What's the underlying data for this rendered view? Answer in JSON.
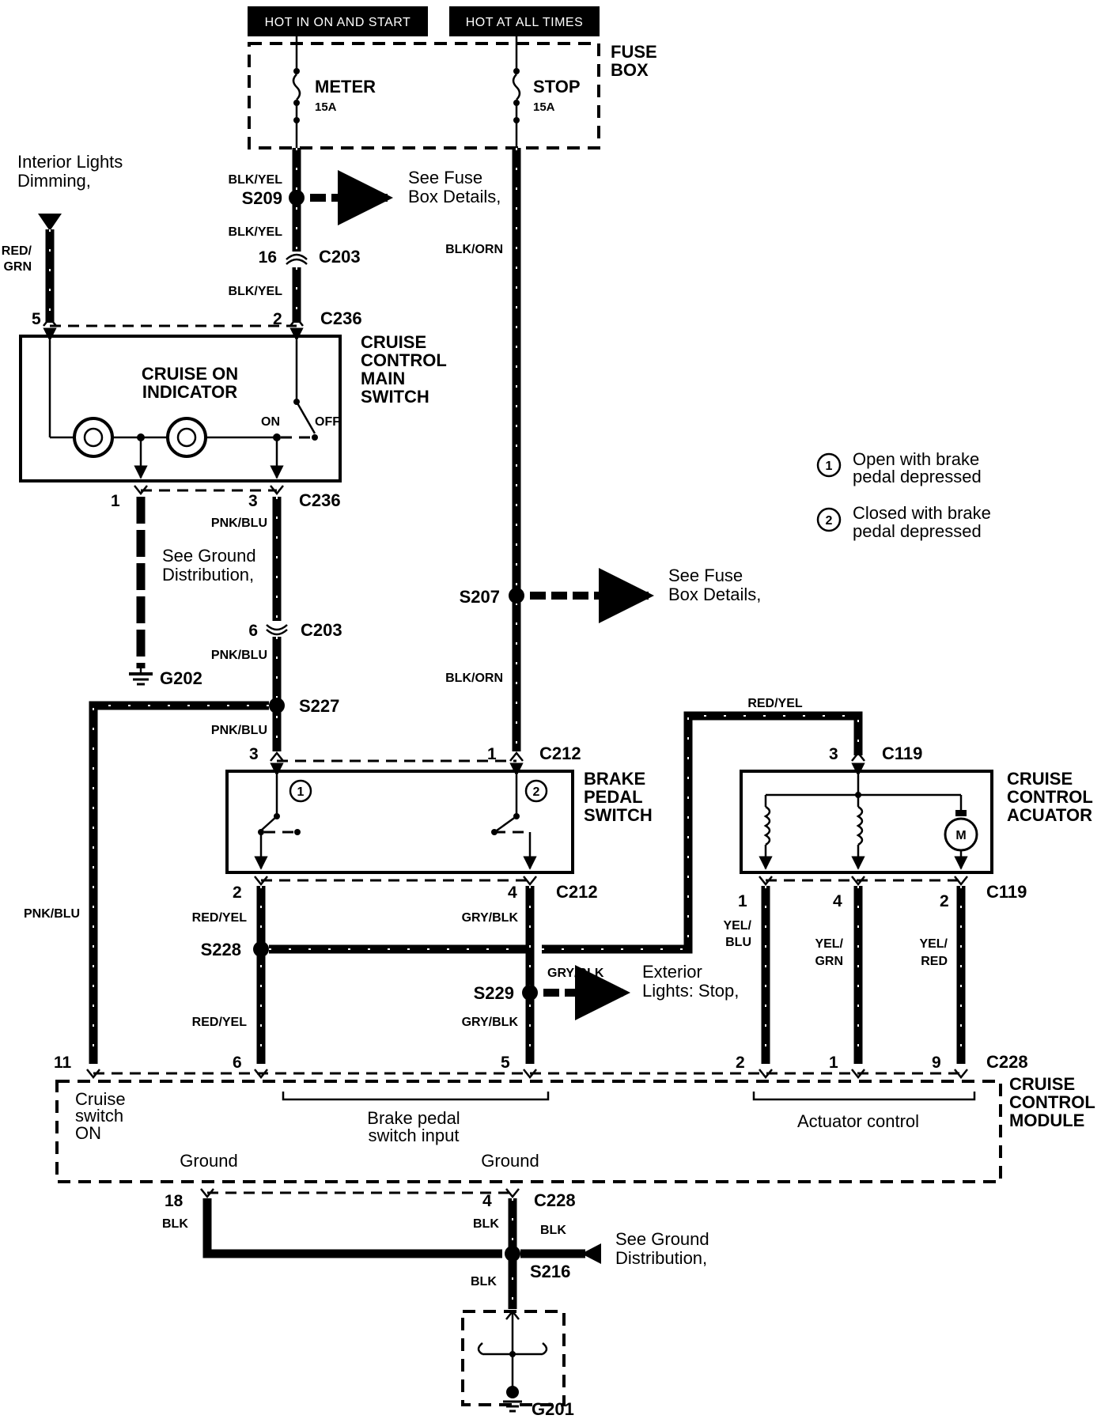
{
  "header": {
    "hot_start": "HOT IN ON AND START",
    "hot_always": "HOT AT ALL TIMES"
  },
  "fuse_box": {
    "title_1": "FUSE",
    "title_2": "BOX",
    "meter_name": "METER",
    "meter_rating": "15A",
    "stop_name": "STOP",
    "stop_rating": "15A"
  },
  "components": {
    "main_switch": [
      "CRUISE",
      "CONTROL",
      "MAIN",
      "SWITCH"
    ],
    "indicator": [
      "CRUISE ON",
      "INDICATOR"
    ],
    "switch_on": "ON",
    "switch_off": "OFF",
    "brake_switch": [
      "BRAKE",
      "PEDAL",
      "SWITCH"
    ],
    "actuator": [
      "CRUISE",
      "CONTROL",
      "ACUATOR"
    ],
    "module": [
      "CRUISE",
      "CONTROL",
      "MODULE"
    ],
    "motor": "M"
  },
  "legend": {
    "item1_num": "1",
    "item1_line1": "Open with brake",
    "item1_line2": "pedal depressed",
    "item2_num": "2",
    "item2_line1": "Closed with brake",
    "item2_line2": "pedal depressed"
  },
  "notes": {
    "interior_1": "Interior Lights",
    "interior_2": "Dimming,",
    "fuse_details_1a": "See Fuse",
    "fuse_details_1b": "Box Details,",
    "fuse_details_2a": "See Fuse",
    "fuse_details_2b": "Box Details,",
    "ground_dist_1a": "See Ground",
    "ground_dist_1b": "Distribution,",
    "ground_dist_2a": "See Ground",
    "ground_dist_2b": "Distribution,",
    "exterior_1": "Exterior",
    "exterior_2": "Lights: Stop,"
  },
  "module_inputs": {
    "cruise_1": "Cruise",
    "cruise_2": "switch",
    "cruise_3": "ON",
    "brake_input_1": "Brake pedal",
    "brake_input_2": "switch input",
    "actuator_control": "Actuator control",
    "ground_left": "Ground",
    "ground_right": "Ground"
  },
  "wire_colors": {
    "blk_yel": "BLK/YEL",
    "blk_orn": "BLK/ORN",
    "red": "RED/",
    "grn": "GRN",
    "pnk_blu": "PNK/BLU",
    "red_yel": "RED/YEL",
    "gry_blk": "GRY/BLK",
    "yel": "YEL/",
    "blu": "BLU",
    "grn2": "GRN",
    "red2": "RED",
    "blk": "BLK"
  },
  "splices": {
    "s209": "S209",
    "s207": "S207",
    "s227": "S227",
    "s228": "S228",
    "s229": "S229",
    "s216": "S216"
  },
  "connectors": {
    "c203": "C203",
    "c236": "C236",
    "c212": "C212",
    "c119": "C119",
    "c228": "C228"
  },
  "grounds": {
    "g202": "G202",
    "g201": "G201"
  },
  "pins": {
    "c203_top": "16",
    "c236_5": "5",
    "c236_2": "2",
    "c236_1": "1",
    "c236_3": "3",
    "c203_6": "6",
    "c212_3": "3",
    "c212_1": "1",
    "c212_2": "2",
    "c212_4": "4",
    "c119_3": "3",
    "c119_1": "1",
    "c119_4": "4",
    "c119_2": "2",
    "c228_11": "11",
    "c228_6": "6",
    "c228_5": "5",
    "c228_2": "2",
    "c228_1": "1",
    "c228_9": "9",
    "c228_18": "18",
    "c228_4": "4"
  }
}
